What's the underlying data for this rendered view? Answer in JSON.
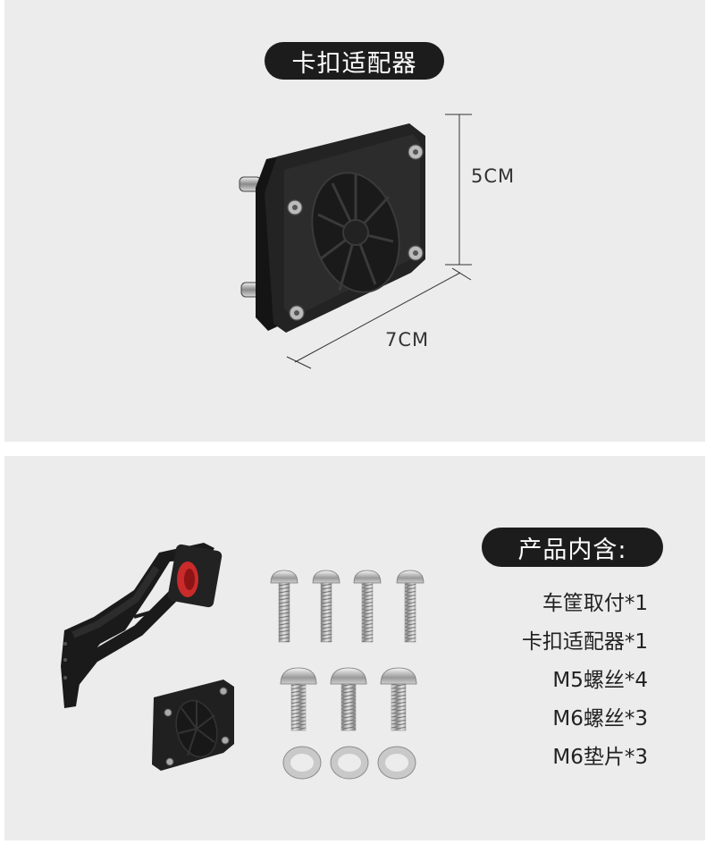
{
  "top_section": {
    "title": "卡扣适配器",
    "dim_height": "5CM",
    "dim_width": "7CM"
  },
  "bottom_section": {
    "title": "产品内含:",
    "items": [
      "车筐取付*1",
      "卡扣适配器*1",
      "M5螺丝*4",
      "M6螺丝*3",
      "M6垫片*3"
    ]
  }
}
